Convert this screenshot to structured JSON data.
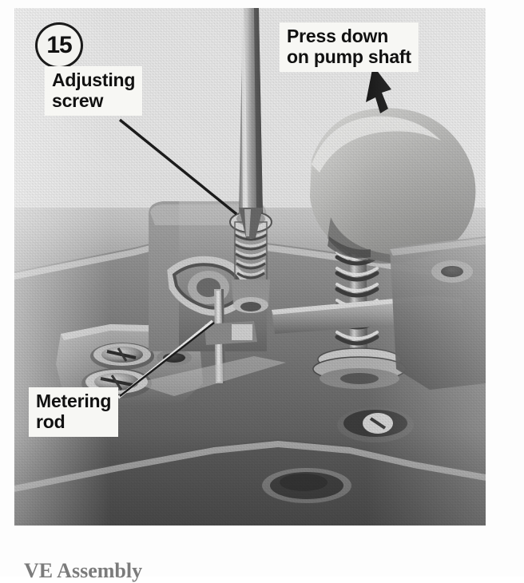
{
  "document": {
    "type": "scanned-repair-manual-figure",
    "bottom_caption": "VE Assembly"
  },
  "figure": {
    "step_number": "15",
    "subject": "carburetor accelerator pump and metering rod adjustment",
    "callouts": [
      {
        "id": "adjusting-screw",
        "lines": [
          "Adjusting",
          "screw"
        ],
        "line1": "Adjusting",
        "line2": "screw",
        "pointer": "leader-line",
        "points_to": "adjusting screw at top of pump lever"
      },
      {
        "id": "press-down-pump-shaft",
        "lines": [
          "Press down",
          "on pump shaft"
        ],
        "line1": "Press down",
        "line2": "on pump shaft",
        "pointer": "arrow",
        "points_to": "pump shaft beneath thumb"
      },
      {
        "id": "metering-rod",
        "lines": [
          "Metering",
          "rod"
        ],
        "line1": "Metering",
        "line2": "rod",
        "pointer": "leader-line",
        "points_to": "vertical metering rod"
      }
    ],
    "colors": {
      "ink": "#111111",
      "label_background": "#f7f7f4",
      "badge_border": "#1a1a1a",
      "photo_light": "#f2f2f2",
      "photo_mid": "#9a9a9a",
      "photo_dark": "#585858",
      "page_background": "#ffffff"
    }
  }
}
